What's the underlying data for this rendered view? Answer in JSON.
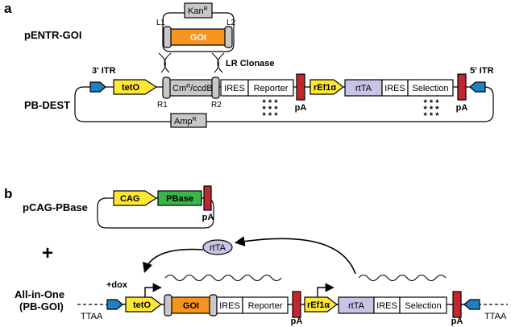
{
  "colors": {
    "yellow": "#ffe833",
    "orange": "#f7931e",
    "gray": "#c8c8c8",
    "red": "#c1272d",
    "blue": "#1f7fbf",
    "lavender": "#c8c4e6",
    "green": "#39b54a",
    "white": "#ffffff"
  },
  "panel_a": {
    "label": "a",
    "pentr": {
      "name": "pENTR-GOI",
      "kan_prefix": "Kan",
      "kan_sup": "R",
      "gene": "GOI",
      "l1": "L1",
      "l2": "L2"
    },
    "lr_clonase": "LR Clonase",
    "pbdest": {
      "name": "PB-DEST",
      "itr3": "3' ITR",
      "itr5": "5' ITR",
      "teto": "tetO",
      "cm_prefix": "Cm",
      "cm_sup": "R",
      "cm_suffix": "/ccdB",
      "r1": "R1",
      "r2": "R2",
      "ires1": "IRES",
      "reporter": "Reporter",
      "pa1": "pA",
      "ref1a_prefix": "rEf1",
      "ref1a_greek": "α",
      "rtta": "rtTA",
      "ires2": "IRES",
      "selection": "Selection",
      "pa2": "pA",
      "amp_prefix": "Amp",
      "amp_sup": "R",
      "stars": "* * *"
    }
  },
  "panel_b": {
    "label": "b",
    "pcag": {
      "name": "pCAG-PBase",
      "cag": "CAG",
      "pbase": "PBase",
      "pa": "pA"
    },
    "plus": "+",
    "rtta_bubble": "rtTA",
    "dox": "+dox",
    "allinone": {
      "name_line1": "All-in-One",
      "name_line2": "(PB-GOI)",
      "ttaa_left": "TTAA",
      "ttaa_right": "TTAA",
      "teto": "tetO",
      "goi": "GOI",
      "ires1": "IRES",
      "reporter": "Reporter",
      "pa1": "pA",
      "ref1a_prefix": "rEf1",
      "ref1a_greek": "α",
      "rtta": "rtTA",
      "ires2": "IRES",
      "selection": "Selection",
      "pa2": "pA"
    }
  }
}
